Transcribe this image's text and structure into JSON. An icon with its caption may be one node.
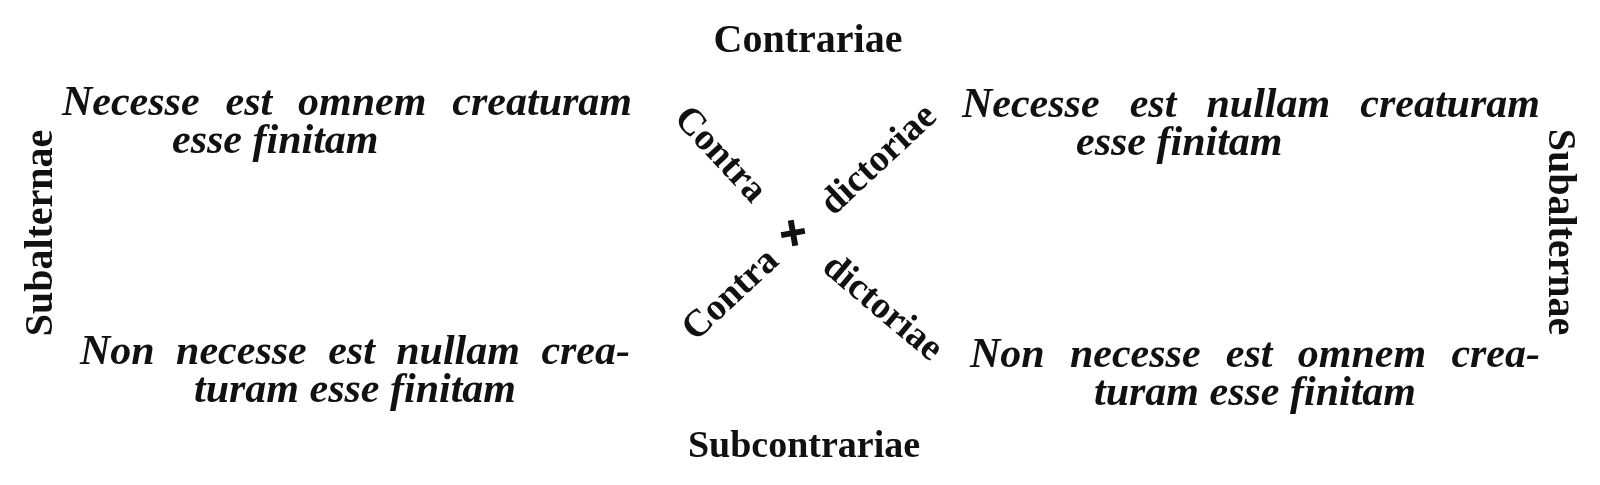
{
  "diagram": {
    "labels": [
      "Contrariae",
      "Necesse est omnem creaturam esse finitam",
      "Contra",
      "dictoriae",
      "Necesse est nullam creaturam esse finitam",
      "Subalternae",
      "Subalternae",
      "Contra",
      "dictoriae",
      "Non necesse est nullam crea-turam esse finitam",
      "Non necesse est omnem crea-turam esse finitam",
      "Subcontrariae"
    ]
  }
}
